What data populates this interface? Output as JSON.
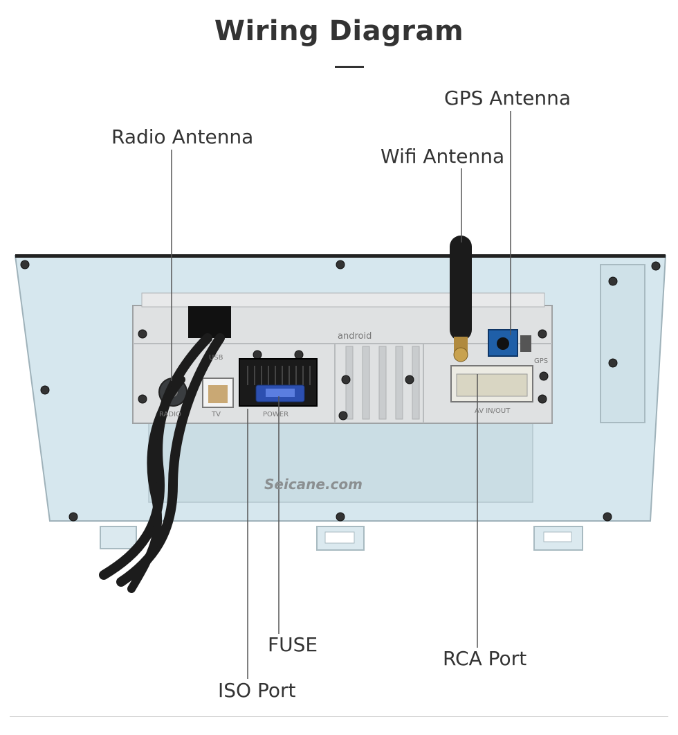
{
  "header": {
    "title": "Wiring Diagram"
  },
  "callouts": {
    "gps_antenna": "GPS Antenna",
    "radio_antenna": "Radio Antenna",
    "wifi_antenna": "Wifi Antenna",
    "fuse": "FUSE",
    "rca_port": "RCA Port",
    "iso_port": "ISO Port"
  },
  "unit_markings": {
    "usb": "USB",
    "radio": "RADIO",
    "tv": "TV",
    "power": "POWER",
    "av_in_out": "AV IN/OUT",
    "gps": "GPS",
    "android": "android",
    "watermark": "Seicane.com"
  },
  "colors": {
    "panel": "#d6e7ee",
    "chassis": "#dfe1e2",
    "cable": "#1c1c1c",
    "fakra_connector": "#1f5fa8",
    "fuse_block": "#2c4fb0",
    "text": "#333333"
  }
}
